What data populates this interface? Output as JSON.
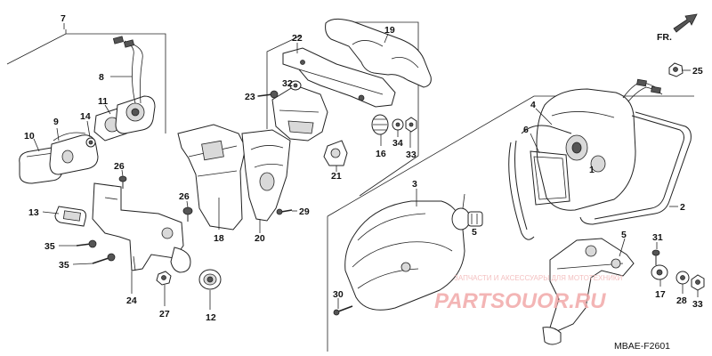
{
  "diagram": {
    "drawing_code": "MBAE-F2601",
    "direction_label": "FR.",
    "watermark_text": "ЗАПЧАСТИ И АКСЕССУАРЫ ДЛЯ МОТОТЕХНИКИ",
    "watermark_logo": "PARTSOUOR.RU",
    "labels": {
      "p1": "1",
      "p2": "2",
      "p3": "3",
      "p4": "4",
      "p5a": "5",
      "p5b": "5",
      "p6": "6",
      "p7": "7",
      "p8": "8",
      "p9": "9",
      "p10": "10",
      "p11": "11",
      "p12": "12",
      "p13": "13",
      "p14": "14",
      "p16": "16",
      "p17": "17",
      "p18": "18",
      "p19": "19",
      "p20": "20",
      "p21": "21",
      "p22": "22",
      "p23": "23",
      "p24": "24",
      "p25": "25",
      "p26a": "26",
      "p26b": "26",
      "p27": "27",
      "p28": "28",
      "p29": "29",
      "p30": "30",
      "p31": "31",
      "p32": "32",
      "p33a": "33",
      "p33b": "33",
      "p34": "34",
      "p35a": "35",
      "p35b": "35"
    }
  }
}
